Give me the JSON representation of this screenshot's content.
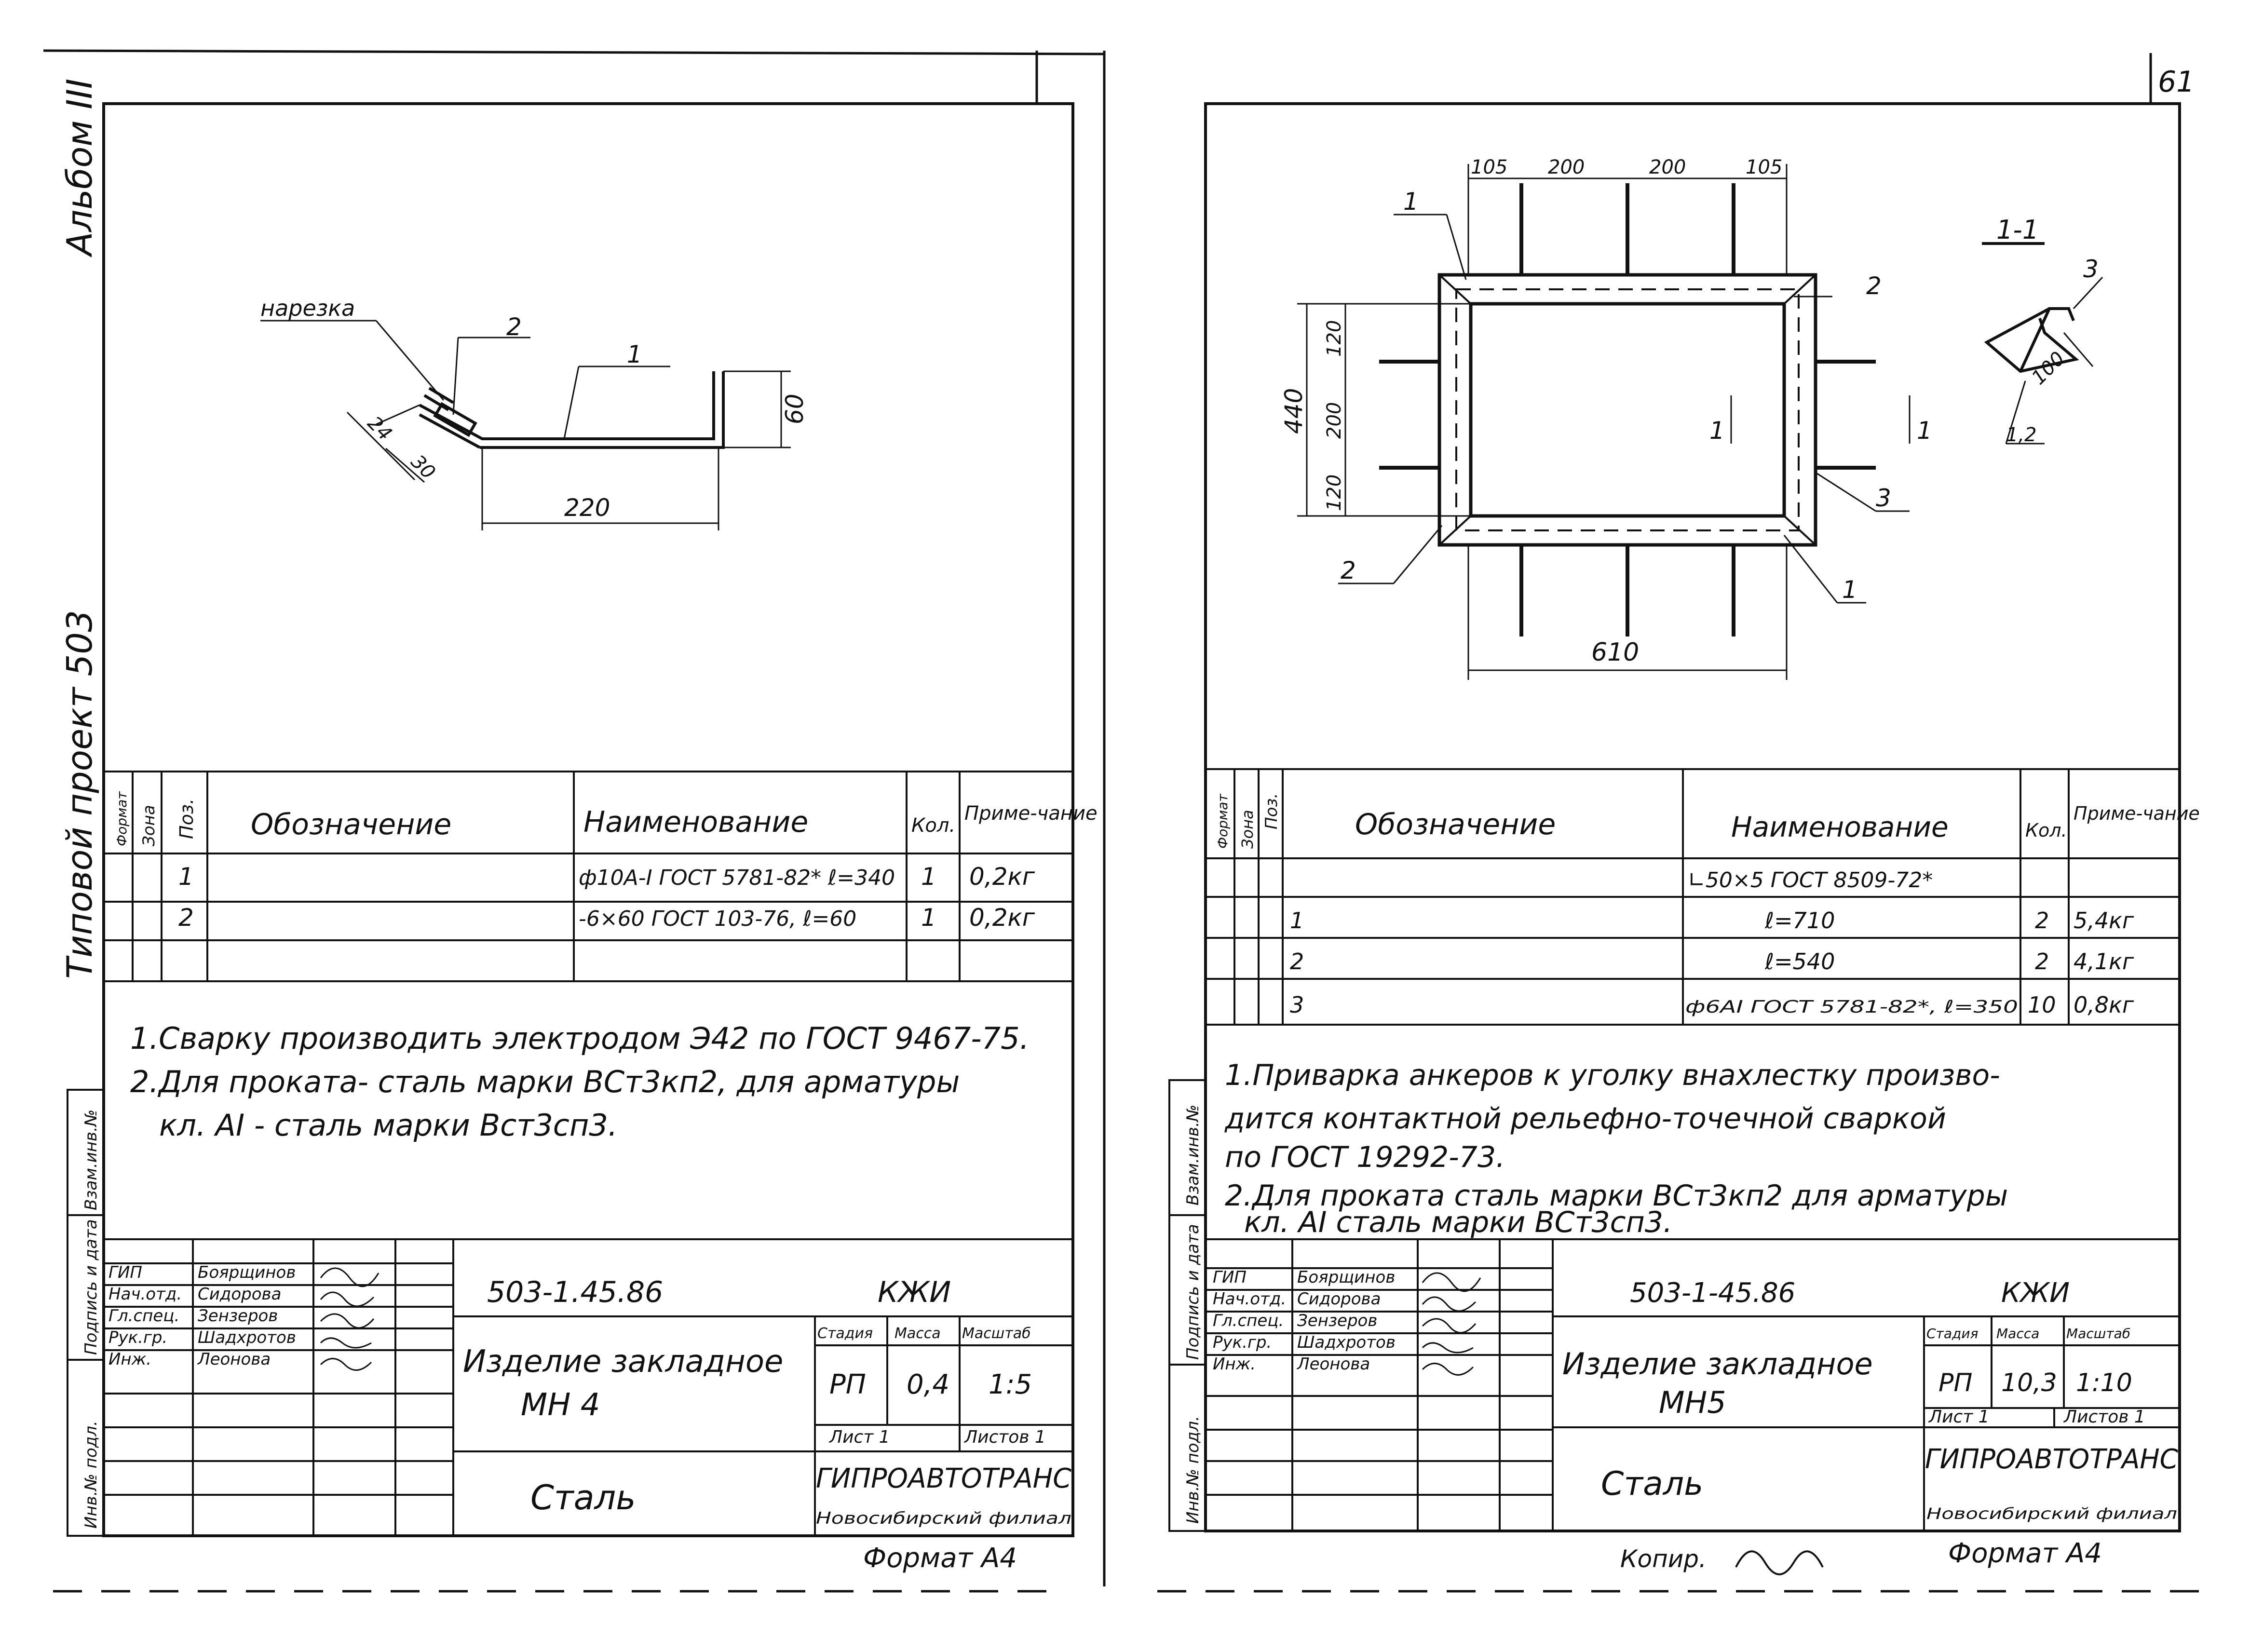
{
  "page": {
    "number": "61",
    "album": "Альбом III",
    "project": "Типовой проект 503"
  },
  "stamp_labels": {
    "inv_podl": "Инв.№ подл.",
    "podpis_data": "Подпись и дата",
    "vzam_inv": "Взам.инв.№"
  },
  "table_headers": {
    "format": "Формат",
    "zona": "Зона",
    "poz": "Поз.",
    "oboznachenie": "Обозначение",
    "naimenovanie": "Наименование",
    "kol": "Кол.",
    "primechanie": "Приме-чание"
  },
  "left": {
    "drawing": {
      "label_narezka": "нарезка",
      "callout_1": "1",
      "callout_2": "2",
      "dim_24": "24",
      "dim_30": "30",
      "dim_60": "60",
      "dim_220": "220"
    },
    "spec_rows": [
      {
        "poz": "1",
        "naim": "ф10А-I ГОСТ 5781-82* ℓ=340",
        "kol": "1",
        "prim": "0,2кг"
      },
      {
        "poz": "2",
        "naim": "-6×60 ГОСТ 103-76, ℓ=60",
        "kol": "1",
        "prim": "0,2кг"
      }
    ],
    "notes": [
      "1.Сварку производить электродом Э42 по ГОСТ 9467-75.",
      "2.Для проката- сталь марки ВСт3кп2, для арматуры",
      "кл. АI - сталь марки Вст3сп3."
    ],
    "title_block": {
      "roles": [
        "ГИП",
        "Нач.отд.",
        "Гл.спец.",
        "Рук.гр.",
        "Инж."
      ],
      "names": [
        "Боярщинов",
        "Сидорова",
        "Зензеров",
        "Шадхротов",
        "Леонова"
      ],
      "doc_code": "503-1.45.86",
      "suffix": "КЖИ",
      "item_name_1": "Изделие закладное",
      "item_name_2": "МН 4",
      "material": "Сталь",
      "hdr_stadiya": "Стадия",
      "hdr_massa": "Масса",
      "hdr_masshtab": "Масштаб",
      "stadiya": "РП",
      "massa": "0,4",
      "masshtab": "1:5",
      "list": "Лист 1",
      "listov": "Листов 1",
      "org": "ГИПРОАВТОТРАНС",
      "branch": "Новосибирский филиал",
      "format": "Формат А4"
    }
  },
  "right": {
    "drawing": {
      "dims_top": [
        "105",
        "200",
        "200",
        "105"
      ],
      "dims_left": [
        "120",
        "200",
        "120"
      ],
      "dim_440": "440",
      "dim_610": "610",
      "section_label": "1-1",
      "section_dim": "100",
      "section_thk": "1,2",
      "callout_1": "1",
      "callout_2": "2",
      "callout_3": "3",
      "cut_mark": "1"
    },
    "spec_rows": [
      {
        "poz": "",
        "naim": "∟50×5 ГОСТ 8509-72*",
        "kol": "",
        "prim": ""
      },
      {
        "poz": "1",
        "naim": "ℓ=710",
        "kol": "2",
        "prim": "5,4кг"
      },
      {
        "poz": "2",
        "naim": "ℓ=540",
        "kol": "2",
        "prim": "4,1кг"
      },
      {
        "poz": "3",
        "naim": "ф6АI ГОСТ 5781-82*, ℓ=350",
        "kol": "10",
        "prim": "0,8кг"
      }
    ],
    "notes": [
      "1.Приварка анкеров к уголку внахлестку произво-",
      "дится контактной рельефно-точечной сваркой",
      "по ГОСТ 19292-73.",
      "2.Для проката сталь марки ВСт3кп2 для арматуры",
      "кл. АI сталь марки ВСт3сп3."
    ],
    "title_block": {
      "roles": [
        "ГИП",
        "Нач.отд.",
        "Гл.спец.",
        "Рук.гр.",
        "Инж."
      ],
      "names": [
        "Боярщинов",
        "Сидорова",
        "Зензеров",
        "Шадхротов",
        "Леонова"
      ],
      "doc_code": "503-1-45.86",
      "suffix": "КЖИ",
      "item_name_1": "Изделие закладное",
      "item_name_2": "МН5",
      "material": "Сталь",
      "hdr_stadiya": "Стадия",
      "hdr_massa": "Масса",
      "hdr_masshtab": "Масштаб",
      "stadiya": "РП",
      "massa": "10,3",
      "masshtab": "1:10",
      "list": "Лист 1",
      "listov": "Листов 1",
      "org": "ГИПРОАВТОТРАНС",
      "branch": "Новосибирский филиал",
      "format": "Формат А4",
      "copy": "Копир."
    }
  }
}
